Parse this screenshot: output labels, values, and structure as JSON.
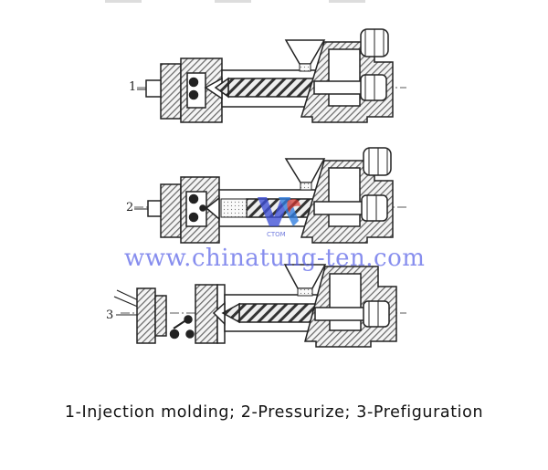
{
  "diagram": {
    "stages": [
      {
        "label": "1"
      },
      {
        "label": "2"
      },
      {
        "label": "3"
      }
    ],
    "watermark": {
      "url": "www.chinatung-ten.com",
      "brand": "CTOM"
    },
    "caption": "1-Injection molding; 2-Pressurize; 3-Prefiguration"
  }
}
